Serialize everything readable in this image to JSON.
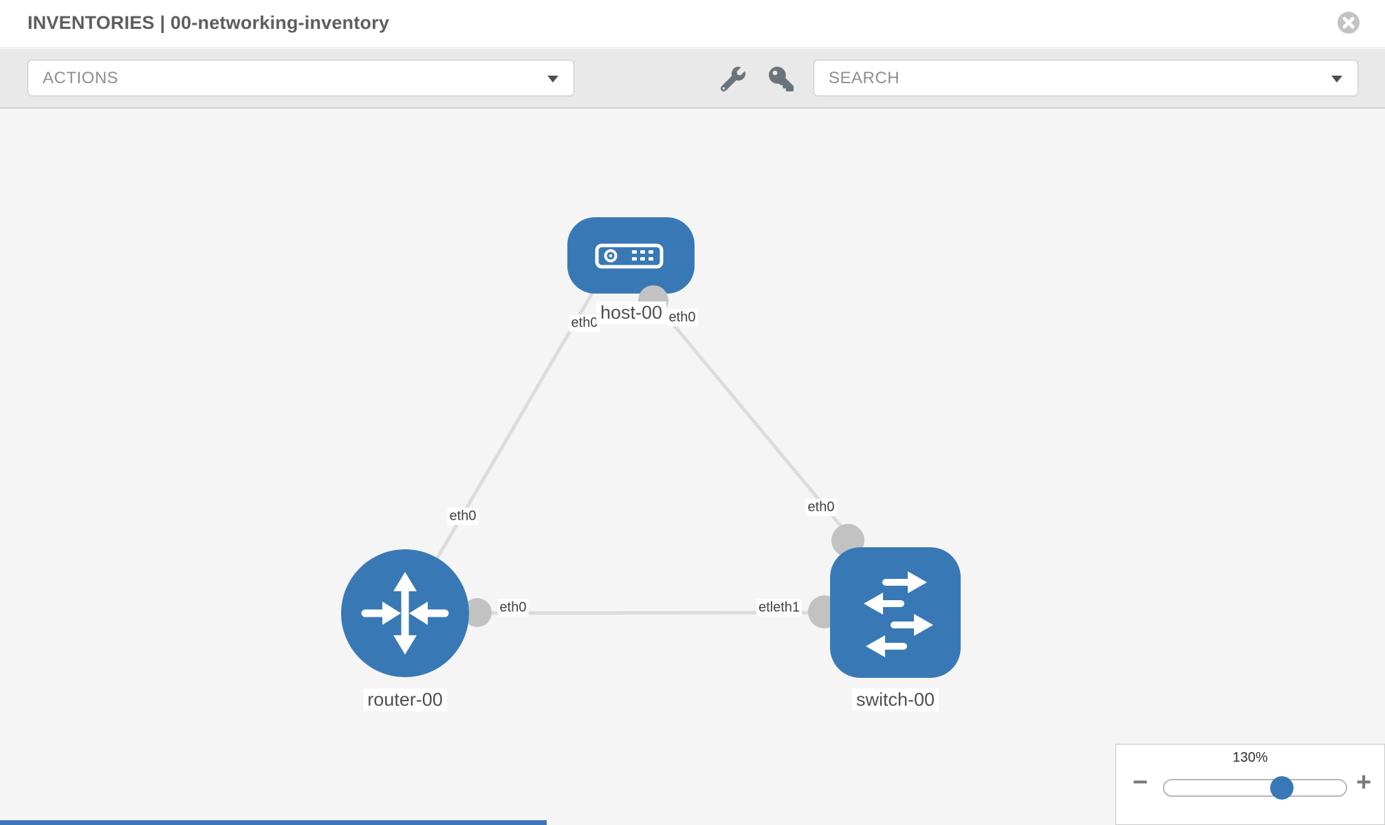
{
  "header": {
    "title": "INVENTORIES | 00-networking-inventory"
  },
  "toolbar": {
    "actions_label": "ACTIONS",
    "search_label": "SEARCH",
    "tool_icons": [
      "wrench-icon",
      "key-icon"
    ]
  },
  "topology": {
    "nodes": [
      {
        "label": "host-00",
        "type": "host",
        "shape": "rounded-rect",
        "position": "top-center"
      },
      {
        "label": "router-00",
        "type": "router",
        "shape": "circle",
        "position": "bottom-left"
      },
      {
        "label": "switch-00",
        "type": "switch",
        "shape": "rounded-square",
        "position": "bottom-right"
      }
    ],
    "links": [
      {
        "from": "router-00",
        "to": "host-00"
      },
      {
        "from": "host-00",
        "to": "switch-00"
      },
      {
        "from": "router-00",
        "to": "switch-00"
      }
    ],
    "interface_labels": {
      "host_left": "eth0",
      "host_right": "eth0",
      "router_top": "eth0",
      "router_right": "eth0",
      "switch_top": "eth0",
      "switch_left": "etleth1"
    }
  },
  "zoom_control": {
    "value": "130%",
    "minus": "−",
    "plus": "+"
  },
  "colors": {
    "node_blue": "#3879b5",
    "edge_gray": "#dcdcdc",
    "interface_gray": "#c2c2c2",
    "toolbar_gray": "#e9e9e9",
    "canvas_gray": "#f5f5f5",
    "accent_bar": "#3e74bd"
  }
}
